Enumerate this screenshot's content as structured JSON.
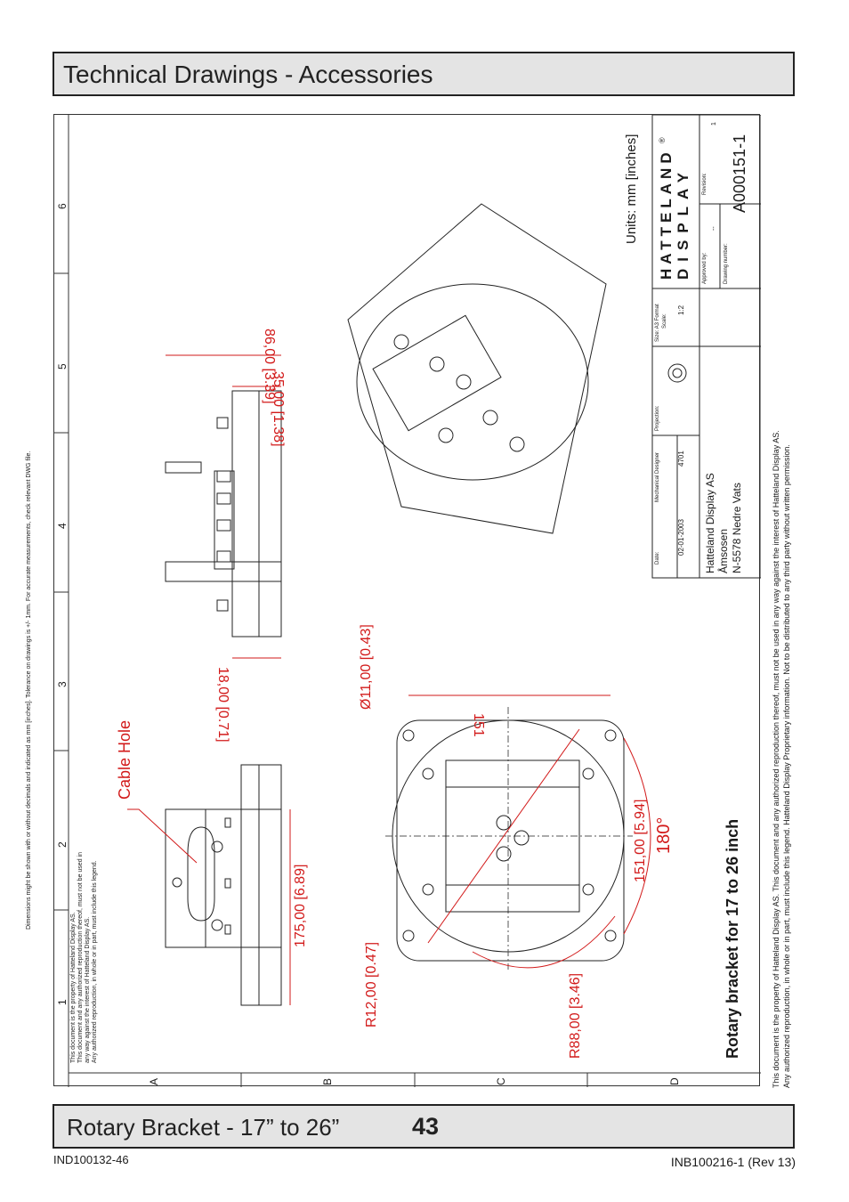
{
  "header": {
    "title": "Technical Drawings - Accessories"
  },
  "footer": {
    "title": "Rotary Bracket - 17” to 26”",
    "page_number": "43"
  },
  "doc_ids": {
    "left": "IND100132-46",
    "right": "INB100216-1 (Rev 13)"
  },
  "drawing": {
    "grid_numbers": [
      "1",
      "2",
      "3",
      "4",
      "5",
      "6"
    ],
    "grid_letters": [
      "A",
      "B",
      "C",
      "D"
    ],
    "tolerance_note": "Dimensions might be shown with or without decimals and indicated as mm [inches]. Tolerance on drawings is +/- 1mm. For accurate measurements, check relevant DWG file.",
    "property_note_small": [
      "This document is the property of Hatteland Display AS.",
      "This document and any authorized reproduction thereof, must not be used in",
      "any way against the interest of Hatteland Display AS.",
      "Any authorized reproduction, in whole or in part, must include this legend."
    ],
    "property_note_large": [
      "This document is the property of Hatteland Display AS. This document and any authorized reproduction thereof, must not be used in any way against the interest of Hatteland Display AS.",
      "Any authorized reproduction, in whole or in part, must include this legend. Hatteland Display Proprietary information. Not to be distributed to any third party without written permission."
    ],
    "drawing_title": "Rotary bracket for 17 to 26 inch",
    "units": "Units: mm [inches]",
    "cable_hole": "Cable Hole",
    "dimensions": {
      "d175": "175,00 [6.89]",
      "d18": "18,00 [0.71]",
      "d35": "35,00 [1.38]",
      "d86": "86,00 [3.39]",
      "d11": "Ø11,00 [0.43]",
      "r12": "R12,00 [0.47]",
      "r88": "R88,00 [3.46]",
      "d151": "151,00 [5.94]",
      "d151_top": "151",
      "angle": "180°"
    },
    "title_block": {
      "date_label": "Date:",
      "date": "02-01-2003",
      "designer_label": "Mechanical Designer",
      "designer": "4701",
      "projection_label": "Projection:",
      "size_label": "Size: A3 Format",
      "scale_label": "Scale:",
      "scale": "1:2",
      "company": [
        "Hatteland Display AS",
        "Åmsosen",
        "N-5578 Nedre Vats"
      ],
      "approved_label": "Approved by:",
      "approved": "--",
      "revision_label": "Revision:",
      "revision": "1",
      "drawing_number_label": "Drawing number:",
      "drawing_number": "A000151-1",
      "logo_line1": "HATTELAND",
      "logo_line2": "DISPLAY",
      "logo_reg": "®"
    }
  }
}
